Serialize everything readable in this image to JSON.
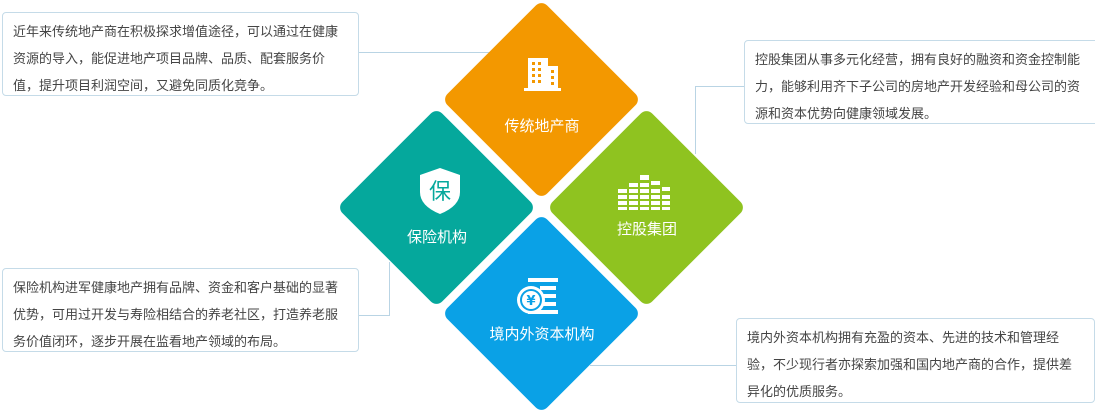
{
  "nodes": [
    {
      "label": "传统地产商",
      "color": "#f39800",
      "icon": "building-icon"
    },
    {
      "label": "保险机构",
      "color": "#05a89c",
      "icon": "shield-bao-icon",
      "icon_text": "保"
    },
    {
      "label": "控股集团",
      "color": "#8fc320",
      "icon": "buildings-group-icon"
    },
    {
      "label": "境内外资本机构",
      "color": "#0aa1e6",
      "icon": "yuan-coins-icon",
      "icon_text": "¥"
    }
  ],
  "descriptions": {
    "developer": "近年来传统地产商在积极探求增值途径，可以通过在健康资源的导入，能促进地产项目品牌、品质、配套服务价值，提升项目利润空间，又避免同质化竞争。",
    "holding": "控股集团从事多元化经营，拥有良好的融资和资金控制能力，能够利用齐下子公司的房地产开发经验和母公司的资源和资本优势向健康领域发展。",
    "insurance": "保险机构进军健康地产拥有品牌、资金和客户基础的显著优势，可用过开发与寿险相结合的养老社区，打造养老服务价值闭环，逐步开展在监看地产领域的布局。",
    "capital": "境内外资本机构拥有充盈的资本、先进的技术和管理经验，不少现行者亦探索加强和国内地产商的合作，提供差异化的优质服务。"
  }
}
